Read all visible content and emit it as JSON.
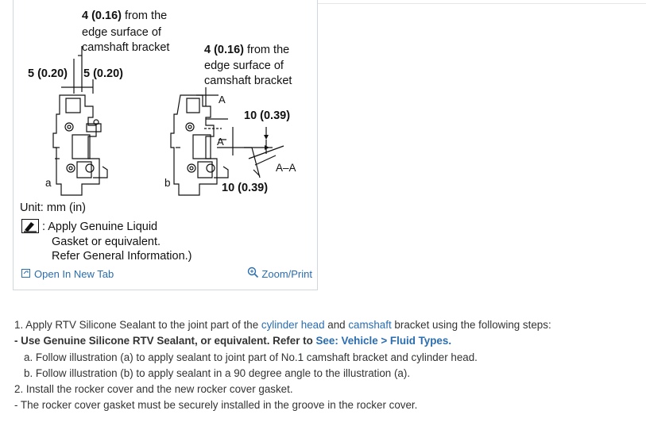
{
  "illustration": {
    "label_top_left": "4 (0.16)",
    "label_top_left_rest": " from the",
    "label_top_left_line2": "edge surface of",
    "label_top_left_line3": "camshaft bracket",
    "label_top_right": "4 (0.16)",
    "label_top_right_rest": " from the",
    "label_top_right_line2": "edge surface of",
    "label_top_right_line3": "camshaft bracket",
    "label_left_dim": "5 (0.20)",
    "label_right_dim": "5 (0.20)",
    "label_a_marker": "A",
    "label_a_marker2": "A",
    "label_dim_10_top": "10 (0.39)",
    "label_section": "A–A",
    "label_dim_10_bottom": "10 (0.39)",
    "label_fig_a": "a",
    "label_fig_b": "b",
    "unit": "Unit: mm (in)",
    "legend_line1": ": Apply Genuine Liquid",
    "legend_line2": "Gasket or equivalent.",
    "legend_line3": "Refer General Information.)"
  },
  "links": {
    "open_new_tab": "Open In New Tab",
    "zoom_print": "Zoom/Print"
  },
  "steps": {
    "s1_prefix": "1. Apply RTV Silicone Sealant to the joint part of the ",
    "s1_link1": "cylinder head",
    "s1_mid": " and ",
    "s1_link2": "camshaft",
    "s1_suffix": " bracket using the following steps:",
    "s1_note_prefix": "- Use Genuine Silicone RTV Sealant, or equivalent. Refer to ",
    "s1_note_link": "See: Vehicle > Fluid Types.",
    "s1a": "a. Follow illustration (a) to apply sealant to joint part of No.1 camshaft bracket and cylinder head.",
    "s1b": "b. Follow illustration (b) to apply sealant in a 90 degree angle to the illustration (a).",
    "s2": "2. Install the rocker cover and the new rocker cover gasket.",
    "s2_note": "- The rocker cover gasket must be securely installed in the groove in the rocker cover."
  }
}
